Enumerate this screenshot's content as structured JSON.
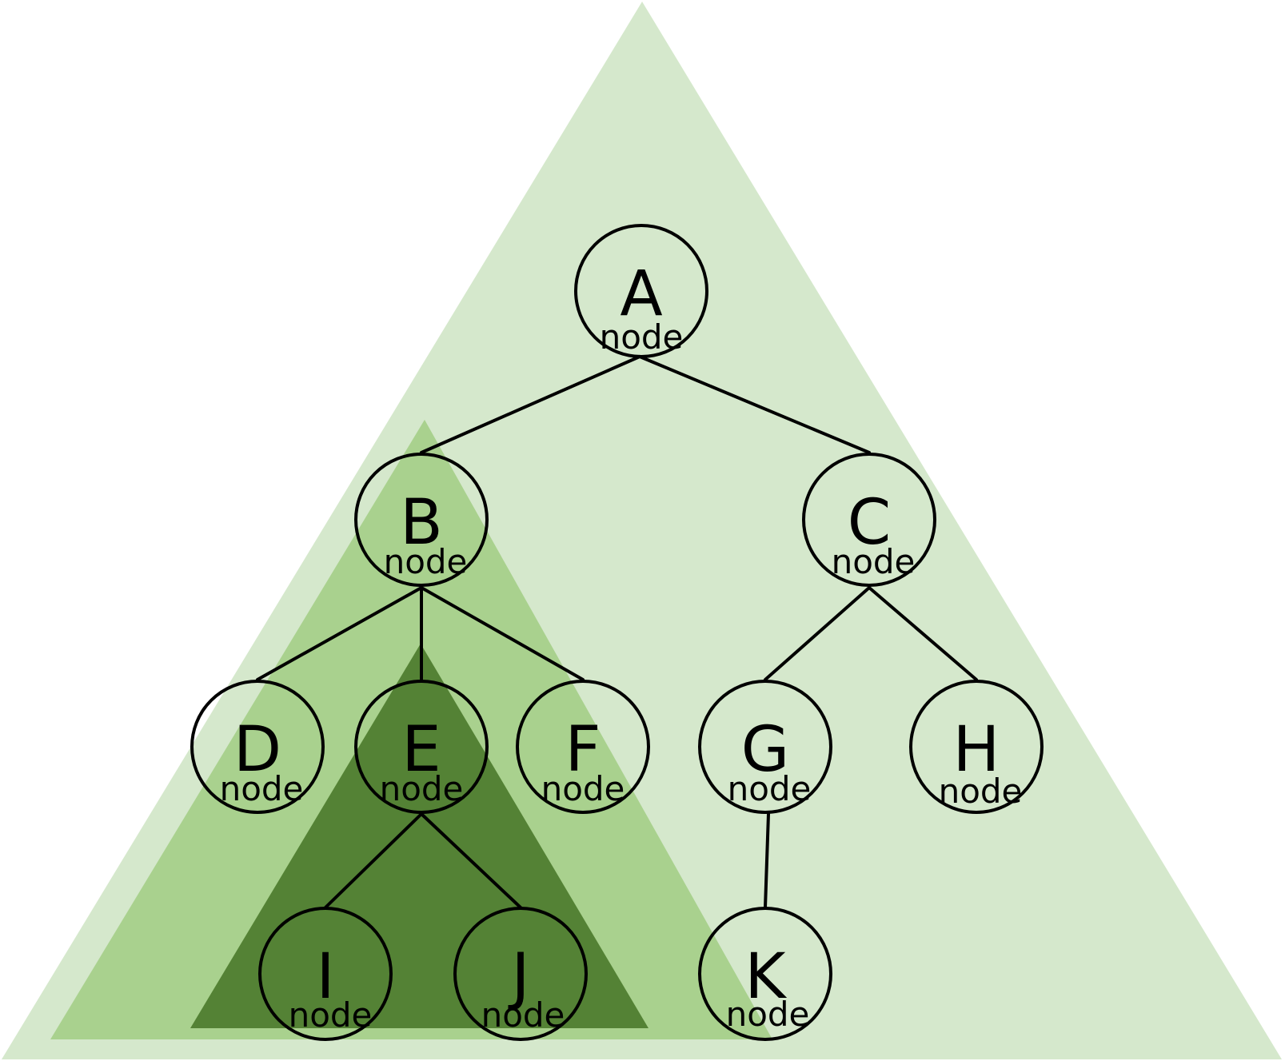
{
  "colors": {
    "outer_triangle": "#d5e8cc",
    "middle_triangle": "#a9d18e",
    "inner_triangle": "#548235",
    "line": "#000000"
  },
  "nodes": {
    "A": {
      "letter": "A",
      "sub": "node"
    },
    "B": {
      "letter": "B",
      "sub": "node"
    },
    "C": {
      "letter": "C",
      "sub": "node"
    },
    "D": {
      "letter": "D",
      "sub": "node"
    },
    "E": {
      "letter": "E",
      "sub": "node"
    },
    "F": {
      "letter": "F",
      "sub": "node"
    },
    "G": {
      "letter": "G",
      "sub": "node"
    },
    "H": {
      "letter": "H",
      "sub": "node"
    },
    "I": {
      "letter": "I",
      "sub": "node"
    },
    "J": {
      "letter": "J",
      "sub": "node"
    },
    "K": {
      "letter": "K",
      "sub": "node"
    }
  },
  "edges": [
    [
      "A",
      "B"
    ],
    [
      "A",
      "C"
    ],
    [
      "B",
      "D"
    ],
    [
      "B",
      "E"
    ],
    [
      "B",
      "F"
    ],
    [
      "C",
      "G"
    ],
    [
      "C",
      "H"
    ],
    [
      "E",
      "I"
    ],
    [
      "E",
      "J"
    ],
    [
      "G",
      "K"
    ]
  ]
}
